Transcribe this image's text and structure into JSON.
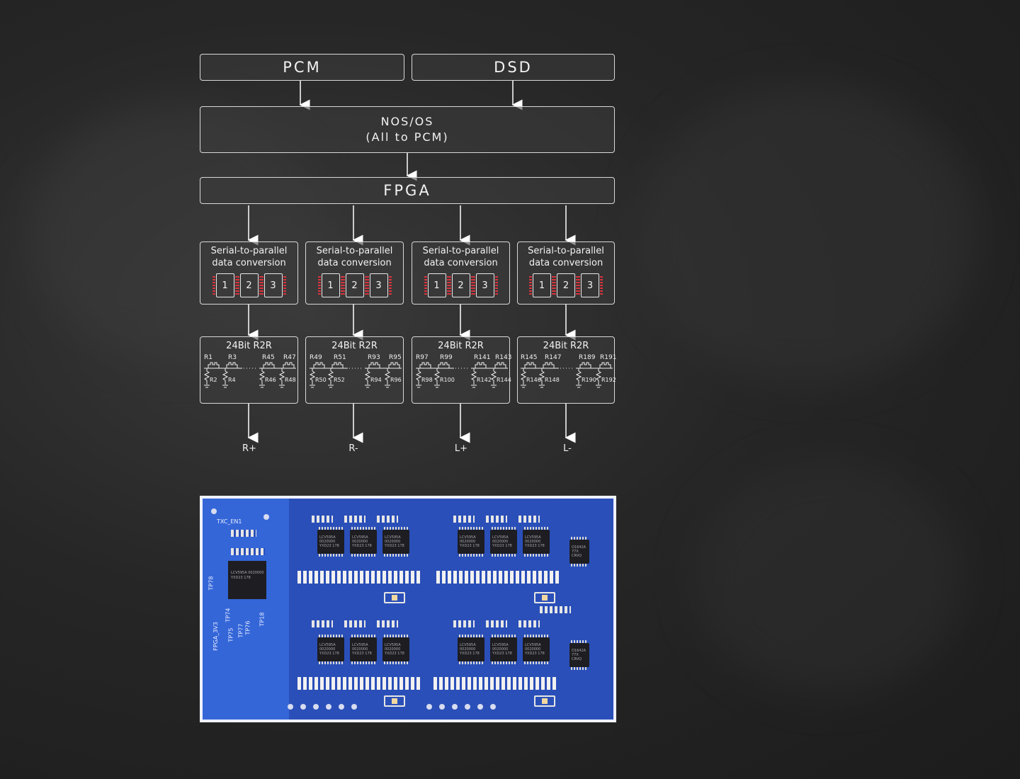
{
  "sources": [
    "PCM",
    "DSD"
  ],
  "nos": {
    "line1": "NOS/OS",
    "line2": "(All to PCM)"
  },
  "fpga": "FPGA",
  "conversion": {
    "label_line1": "Serial-to-parallel",
    "label_line2": "data conversion",
    "chips": [
      "1",
      "2",
      "3"
    ]
  },
  "r2r_title": "24Bit R2R",
  "ladders": [
    {
      "top": [
        "R1",
        "R3",
        "R45",
        "R47"
      ],
      "bottom": [
        "R2",
        "R4",
        "R46",
        "R48"
      ]
    },
    {
      "top": [
        "R49",
        "R51",
        "R93",
        "R95"
      ],
      "bottom": [
        "R50",
        "R52",
        "R94",
        "R96"
      ]
    },
    {
      "top": [
        "R97",
        "R99",
        "R141",
        "R143"
      ],
      "bottom": [
        "R98",
        "R100",
        "R142",
        "R144"
      ]
    },
    {
      "top": [
        "R145",
        "R147",
        "R189",
        "R191"
      ],
      "bottom": [
        "R146",
        "R148",
        "R190",
        "R192"
      ]
    }
  ],
  "outputs": [
    "R+",
    "R-",
    "L+",
    "L-"
  ],
  "pcb": {
    "labels": [
      "TXC_EN1",
      "TP78",
      "TP74",
      "FPGA_3V3",
      "TP75",
      "TP77",
      "TP76",
      "TP18"
    ],
    "ic_text": "LCV595A 0020000 YXD23 178",
    "opamp_text": "O1642A 77X CRVQ"
  },
  "colors": {
    "accent_pin": "#d8343e",
    "pcb": "#2a4fb8",
    "box_border": "#d8d8d8"
  }
}
